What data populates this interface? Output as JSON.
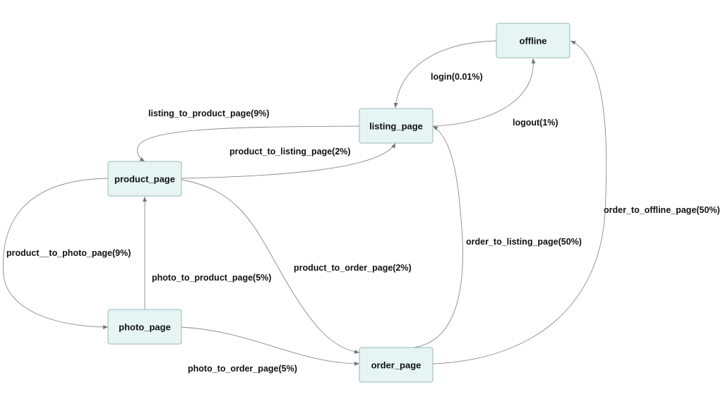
{
  "nodes": {
    "offline": "offline",
    "listing_page": "listing_page",
    "product_page": "product_page",
    "photo_page": "photo_page",
    "order_page": "order_page"
  },
  "edges": {
    "login": "login(0.01%)",
    "logout": "logout(1%)",
    "listing_to_product": "listing_to_product_page(9%)",
    "product_to_listing": "product_to_listing_page(2%)",
    "product_to_photo": "product__to_photo_page(9%)",
    "photo_to_product": "photo_to_product_page(5%)",
    "product_to_order": "product_to_order_page(2%)",
    "order_to_listing": "order_to_listing_page(50%)",
    "order_to_offline": "order_to_offline_page(50%)",
    "photo_to_order": "photo_to_order_page(5%)"
  }
}
